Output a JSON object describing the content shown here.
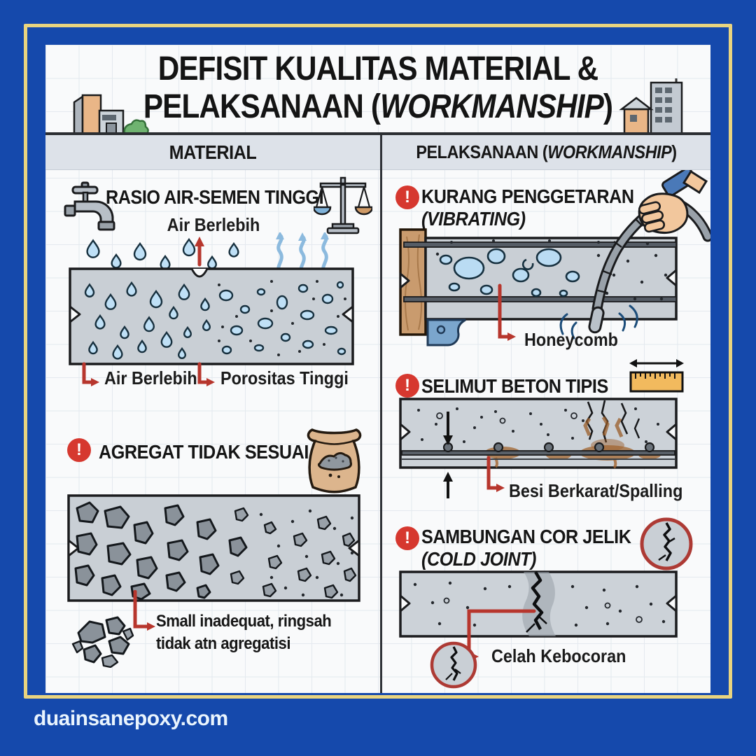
{
  "palette": {
    "brand_blue": "#1549ac",
    "border_gold": "#e9d47f",
    "accent_red": "#b7362d",
    "warning_red": "#d6382f",
    "concrete_gray": "#c9cfd5",
    "void_blue": "#badcf3"
  },
  "icons": {
    "warning": "!"
  },
  "title": {
    "line1": "DEFISIT KUALITAS MATERIAL &",
    "line2_prefix": "PELAKSANAAN (",
    "line2_italic": "WORKMANSHIP",
    "line2_suffix": ")"
  },
  "columns": {
    "material": {
      "header": "MATERIAL"
    },
    "workmanship": {
      "header_prefix": "PELAKSANAAN (",
      "header_italic": "WORKMANSHIP",
      "header_suffix": ")"
    }
  },
  "material_sections": {
    "water_cement_ratio": {
      "title": "RASIO AIR-SEMEN TINGGI",
      "top_label": "Air Berlebih",
      "bottom_left_label": "Air Berlebih",
      "bottom_right_label": "Porositas Tinggi"
    },
    "aggregate": {
      "title": "AGREGAT TIDAK SESUAI",
      "caption_line1": "Small inadequat, ringsah",
      "caption_line2": "tidak atn agregatisi"
    }
  },
  "workmanship_sections": {
    "vibrating": {
      "title_line1": "KURANG PENGGETARAN",
      "title_line2": "(VIBRATING)",
      "label": "Honeycomb"
    },
    "thin_cover": {
      "title": "SELIMUT BETON TIPIS",
      "label": "Besi Berkarat/Spalling"
    },
    "cold_joint": {
      "title_line1": "SAMBUNGAN COR JELIK",
      "title_line2": "(COLD JOINT)",
      "label": "Celah Kebocoran"
    }
  },
  "footer": {
    "website": "duainsanepoxy.com"
  }
}
